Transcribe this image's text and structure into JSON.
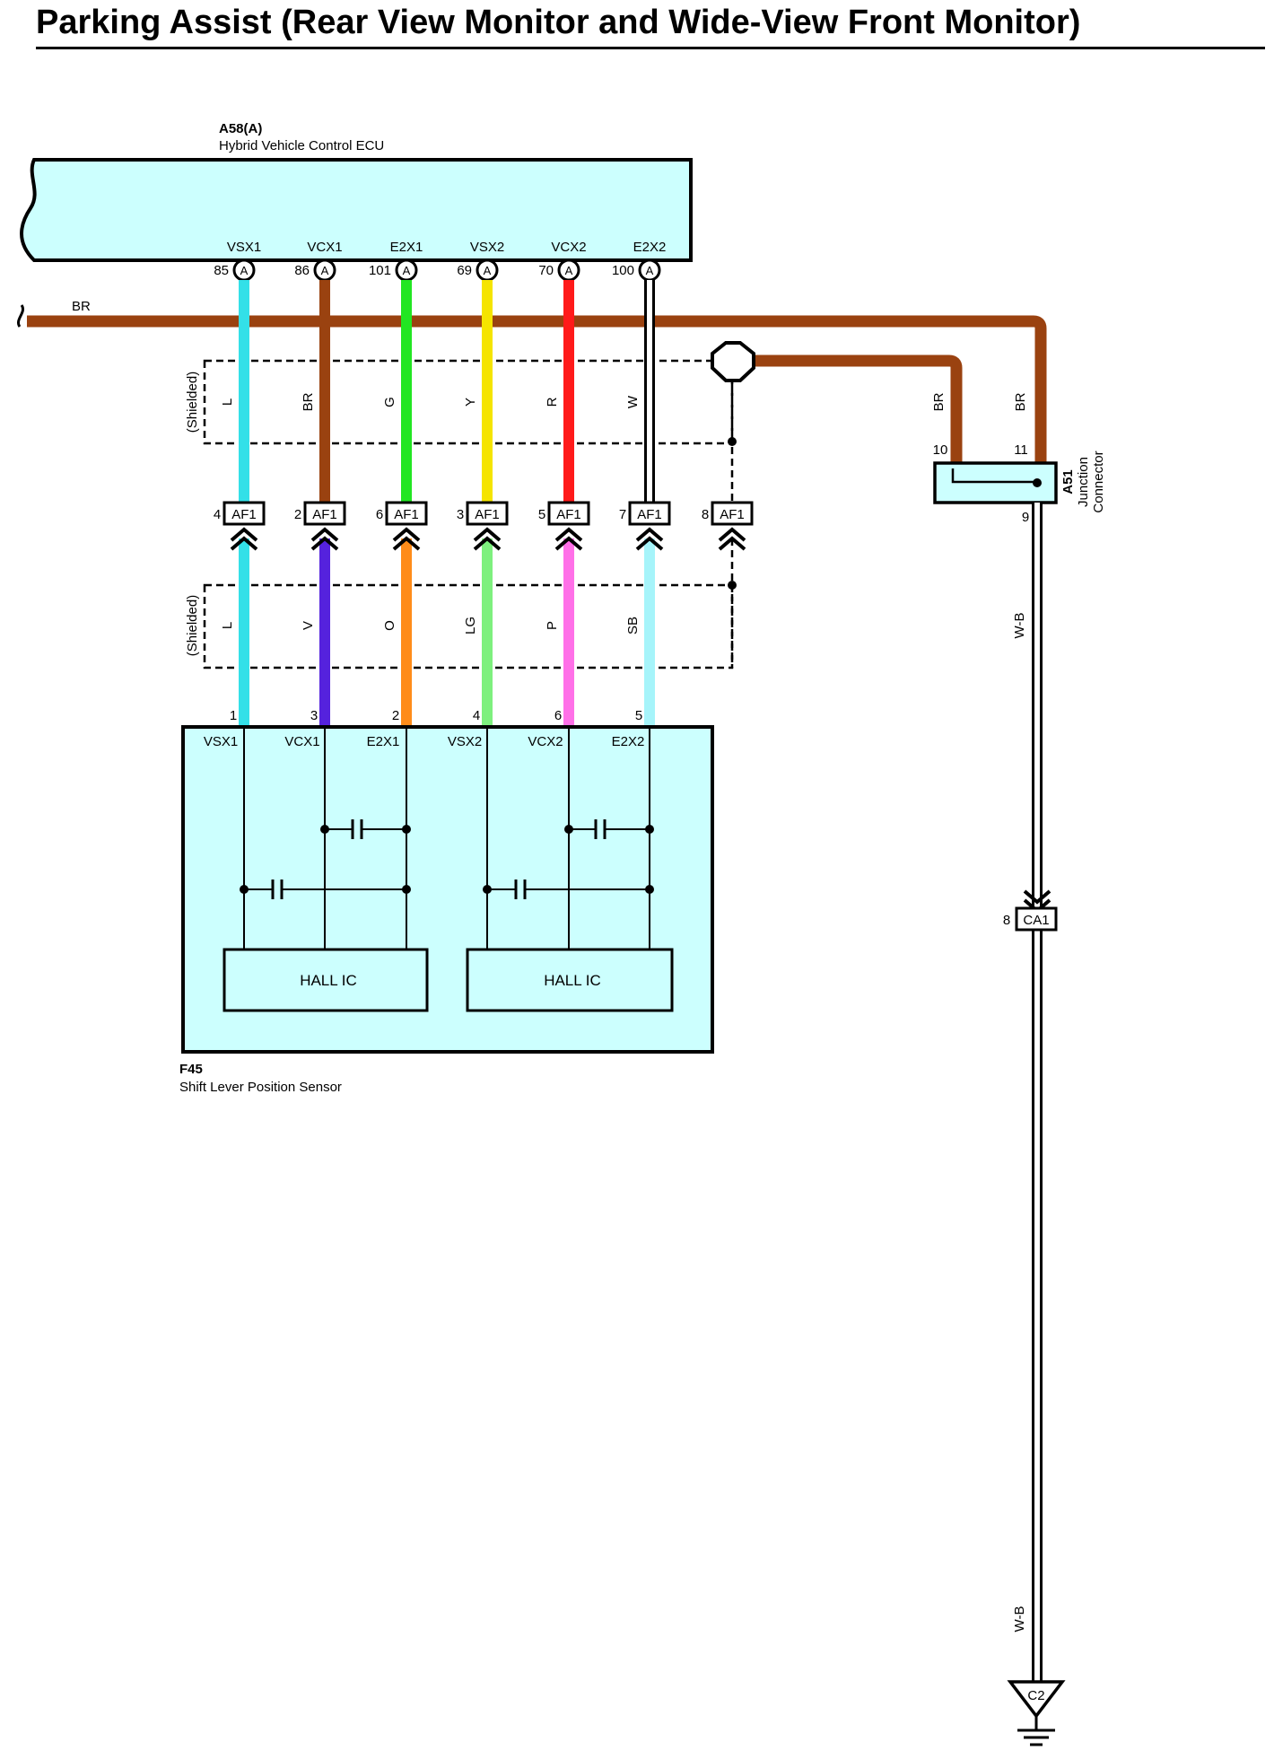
{
  "title": "Parking Assist (Rear View Monitor and Wide-View Front Monitor)",
  "ecu": {
    "code": "A58(A)",
    "name": "Hybrid Vehicle Control ECU",
    "connector_letter": "A",
    "terminals": [
      {
        "name": "VSX1",
        "pin": "85"
      },
      {
        "name": "VCX1",
        "pin": "86"
      },
      {
        "name": "E2X1",
        "pin": "101"
      },
      {
        "name": "VSX2",
        "pin": "69"
      },
      {
        "name": "VCX2",
        "pin": "70"
      },
      {
        "name": "E2X2",
        "pin": "100"
      }
    ]
  },
  "br_bus_label": "BR",
  "upper_shield_label": "(Shielded)",
  "lower_shield_label": "(Shielded)",
  "upper_wires": [
    {
      "code": "L",
      "color": "#33e0e8"
    },
    {
      "code": "BR",
      "color": "#9a4210"
    },
    {
      "code": "G",
      "color": "#22e622"
    },
    {
      "code": "Y",
      "color": "#f5e400"
    },
    {
      "code": "R",
      "color": "#ff1a1a"
    },
    {
      "code": "W",
      "color": "#ffffff"
    }
  ],
  "lower_wires": [
    {
      "code": "L",
      "color": "#33e0e8"
    },
    {
      "code": "V",
      "color": "#5522dd"
    },
    {
      "code": "O",
      "color": "#ff8c1a"
    },
    {
      "code": "LG",
      "color": "#7ef07e"
    },
    {
      "code": "P",
      "color": "#ff70e8"
    },
    {
      "code": "SB",
      "color": "#a6f4fa"
    }
  ],
  "af1_connectors": [
    {
      "pin": "4",
      "label": "AF1"
    },
    {
      "pin": "2",
      "label": "AF1"
    },
    {
      "pin": "6",
      "label": "AF1"
    },
    {
      "pin": "3",
      "label": "AF1"
    },
    {
      "pin": "5",
      "label": "AF1"
    },
    {
      "pin": "7",
      "label": "AF1"
    },
    {
      "pin": "8",
      "label": "AF1"
    }
  ],
  "sensor": {
    "code": "F45",
    "name": "Shift Lever Position Sensor",
    "pins": [
      "1",
      "3",
      "2",
      "4",
      "6",
      "5"
    ],
    "terminals": [
      "VSX1",
      "VCX1",
      "E2X1",
      "VSX2",
      "VCX2",
      "E2X2"
    ],
    "hall_ic_left": "HALL IC",
    "hall_ic_right": "HALL IC"
  },
  "junction": {
    "code": "A51",
    "name_line1": "Junction",
    "name_line2": "Connector",
    "pin_left": "10",
    "pin_right": "11",
    "pin_bottom": "9",
    "wire_left_label": "BR",
    "wire_right_label": "BR"
  },
  "ground_wire_label_upper": "W-B",
  "ground_wire_label_lower": "W-B",
  "ca1": {
    "pin": "8",
    "label": "CA1"
  },
  "ground": {
    "label": "C2"
  },
  "colors": {
    "ecu_fill": "#ccfffe",
    "sensor_fill": "#ccfffe",
    "br_wire": "#9a4210",
    "wb_wire": "#ffffff"
  }
}
